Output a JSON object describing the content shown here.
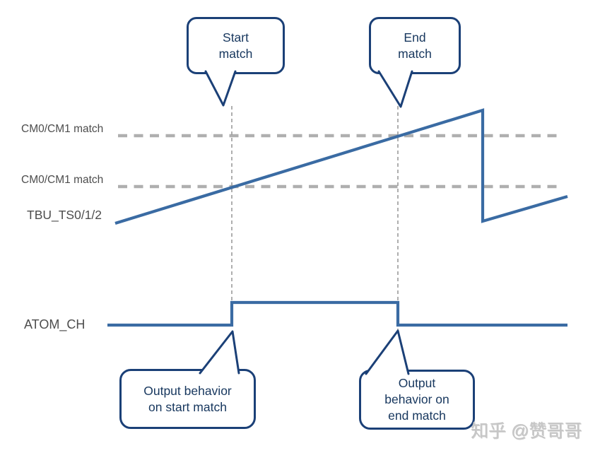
{
  "callouts": {
    "start_match": {
      "lines": [
        "Start",
        "match"
      ]
    },
    "end_match": {
      "lines": [
        "End",
        "match"
      ]
    },
    "output_start": {
      "lines": [
        "Output behavior",
        "on start match"
      ]
    },
    "output_end": {
      "lines": [
        "Output",
        "behavior on",
        "end match"
      ]
    }
  },
  "labels": {
    "cm_match_upper": "CM0/CM1 match",
    "cm_match_lower": "CM0/CM1 match",
    "tbu_signal": "TBU_TS0/1/2",
    "atom_signal": "ATOM_CH"
  },
  "watermark": "知乎 @赞哥哥",
  "colors": {
    "signal_blue": "#3A6BA3",
    "callout_border": "#1B4077",
    "callout_text": "#17375E",
    "label_gray": "#4D4D4D",
    "dash_horizontal_gray": "#AFAFAF",
    "dash_vertical_gray": "#9B9B9B",
    "watermark_gray": "#C6C6C6",
    "background": "#FFFFFF"
  }
}
